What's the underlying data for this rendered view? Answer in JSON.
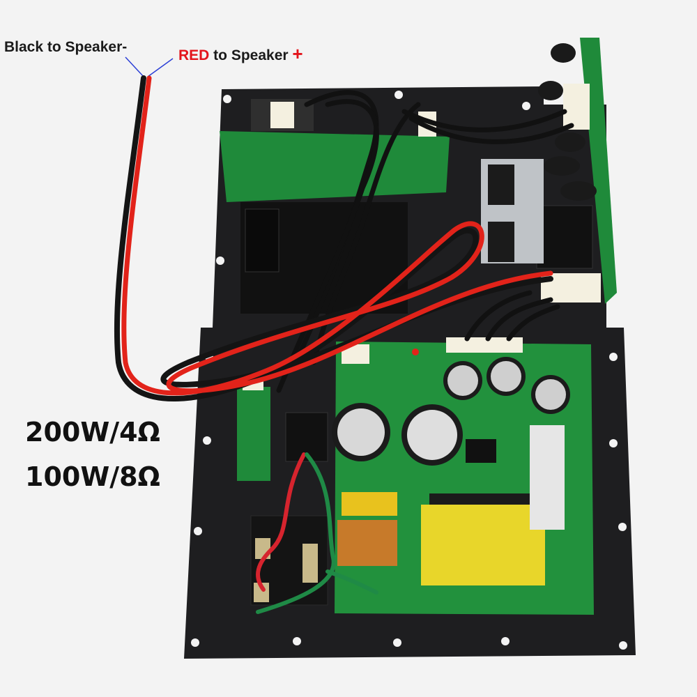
{
  "labels": {
    "black_wire": "Black to Speaker-",
    "red_word": "RED",
    "red_rest": " to Speaker ",
    "red_plus": "+",
    "spec_4ohm": "200W/4Ω",
    "spec_8ohm": "100W/8Ω"
  },
  "colors": {
    "background": "#f3f3f3",
    "plate": "#1e1e20",
    "pcb": "#1f8a3a",
    "red_wire": "#e2231a",
    "black_wire": "#141414",
    "transformer": "#e8d62a",
    "label_red": "#e3141b"
  }
}
